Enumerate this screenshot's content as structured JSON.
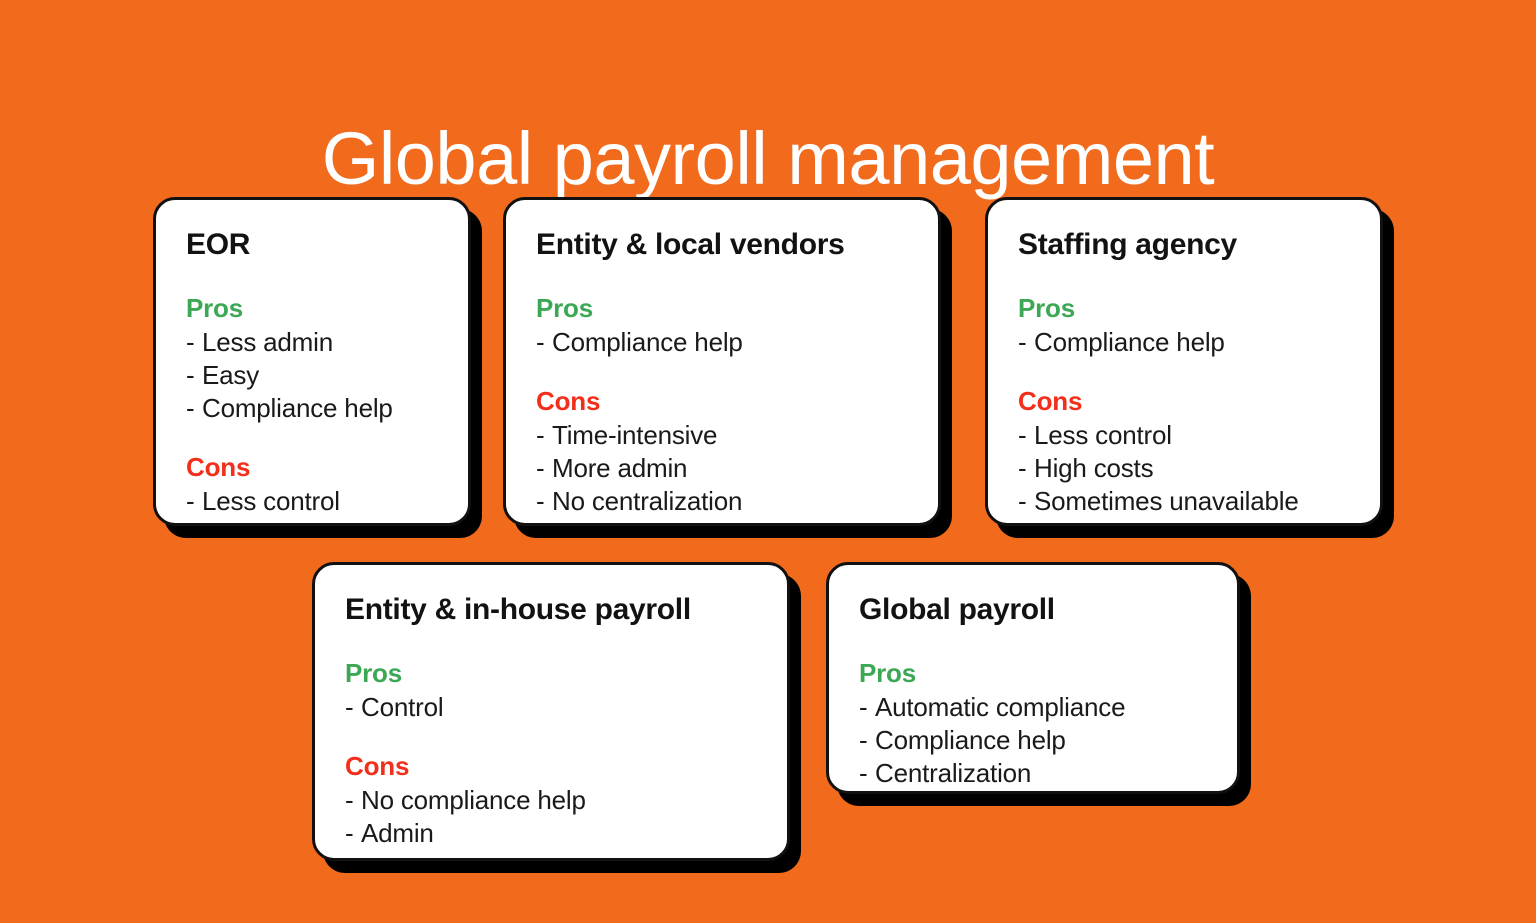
{
  "page": {
    "title": "Global payroll management",
    "background_color": "#F26A1B",
    "title_color": "#FFFFFF"
  },
  "labels": {
    "pros": "Pros",
    "cons": "Cons",
    "bullet_dash": "-"
  },
  "colors": {
    "background": "#F26A1B",
    "card_background": "#FFFFFF",
    "card_border": "#111111",
    "card_shadow": "#000000",
    "pros": "#3CA855",
    "cons": "#F32E1A",
    "body_text": "#1A1A1A",
    "title_text": "#FFFFFF"
  },
  "cards": [
    {
      "id": "eor",
      "title": "EOR",
      "pros": [
        "Less admin",
        "Easy",
        "Compliance help"
      ],
      "cons": [
        "Less control"
      ]
    },
    {
      "id": "entity-local-vendors",
      "title": "Entity & local vendors",
      "pros": [
        "Compliance help"
      ],
      "cons": [
        "Time-intensive",
        "More admin",
        "No centralization"
      ]
    },
    {
      "id": "staffing-agency",
      "title": "Staffing agency",
      "pros": [
        "Compliance help"
      ],
      "cons": [
        "Less control",
        "High costs",
        "Sometimes unavailable"
      ]
    },
    {
      "id": "entity-in-house-payroll",
      "title": "Entity & in-house payroll",
      "pros": [
        "Control"
      ],
      "cons": [
        "No compliance help",
        "Admin"
      ]
    },
    {
      "id": "global-payroll",
      "title": "Global payroll",
      "pros": [
        "Automatic compliance",
        "Compliance help",
        "Centralization"
      ],
      "cons": []
    }
  ]
}
